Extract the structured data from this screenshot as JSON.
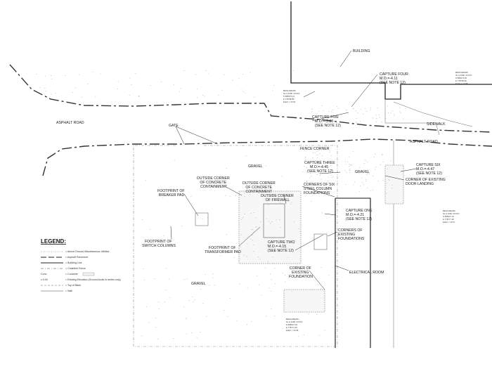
{
  "labels": {
    "building": "BUILDING",
    "asphalt_road_left": "ASPHALT ROAD",
    "asphalt_road_right": "ASPHALT ROAD",
    "sidewalk": "SIDEWALK",
    "gate": "GATE",
    "fence_corner": "FENCE CORNER",
    "gravel_top": "GRAVEL",
    "gravel_right": "GRAVEL",
    "gravel_bottom": "GRAVEL",
    "electrical_room": "ELECTRICAL ROOM",
    "outside_corner_concrete": [
      "OUTSIDE CORNER",
      "OF CONCRETE",
      "CONTAINMENT"
    ],
    "outside_corner_firewall": [
      "OUTSIDE CORNER",
      "OF CONCRETE",
      "CONTAINMENT",
      "OUTSIDE CORNER",
      "OF FIREWALL"
    ],
    "footprint_breaker": [
      "FOOTPRINT OF",
      "BREAKER PAD"
    ],
    "footprint_switch": [
      "FOOTPRINT OF",
      "SWITCH COLUMNS"
    ],
    "footprint_transformer": [
      "FOOTPRINT OF",
      "TRANSFORMER PAD"
    ],
    "corners_steel": [
      "CORNERS OF SIX",
      "STEEL COLUMN",
      "FOUNDATIONS"
    ],
    "corners_existing": [
      "CORNERS OF",
      "EXISTING",
      "FOUNDATIONS"
    ],
    "corner_existing_foundation": [
      "CORNER OF",
      "EXISTING",
      "FOUNDATION"
    ],
    "corner_existing_door": [
      "CORNER OF EXISTING",
      "DOOR LANDING"
    ]
  },
  "captures": {
    "four": [
      "CAPTURE FOUR",
      "M.O.=-4.11",
      "(SEE NOTE 12)"
    ],
    "five": [
      "CAPTURE FIVE",
      "M.O.=-3.83",
      "(SEE NOTE 12)"
    ],
    "three": [
      "CAPTURE THREE",
      "M.O.=-4.45",
      "(SEE NOTE 12)"
    ],
    "six": [
      "CAPTURE SIX",
      "M.O.=-4.47",
      "(SEE NOTE 12)"
    ],
    "one": [
      "CAPTURE ONE",
      "M.O.=-4.21",
      "(SEE NOTE 12)"
    ],
    "two": [
      "CAPTURE TWO",
      "M.O.=-4.15",
      "(SEE NOTE 12)"
    ]
  },
  "benchmarks": {
    "bm1": [
      "BENCHMARK",
      "NL & DISK XXXXX",
      "N 888370.44",
      "E 778788.82",
      "ELEV = 23.92"
    ],
    "bm2": [
      "BENCHMARK",
      "NL & DISK XXXXX",
      "N 888274.65",
      "E 778784.82",
      "ELEV = 23.88"
    ],
    "bm3": [
      "BENCHMARK",
      "NL & DISK XXXXX",
      "N 888227.22",
      "E 778777.28",
      "ELEV = 23.67"
    ],
    "bm4": [
      "BENCHMARK",
      "NL & DISK XXXXX",
      "N 888227.26",
      "E 778771.35",
      "ELEV = 23.68"
    ]
  },
  "legend": {
    "title": "LEGEND:",
    "items": [
      {
        "label": "= Above Ground Miscellaneous Utilities"
      },
      {
        "label": "= Asphalt Pavement"
      },
      {
        "label": "= Building Line"
      },
      {
        "label": "= Chainlink Fence"
      },
      {
        "sym": "Conc",
        "label": "= Concrete"
      },
      {
        "sym": "x 0.00",
        "label": "= Existing Elevation (Ground shots to tenths only)"
      },
      {
        "label": "= Top of Bank"
      },
      {
        "label": "= Wall"
      }
    ]
  },
  "colors": {
    "ink": "#222222",
    "paper": "#ffffff",
    "concrete_fill": "#f7f7f7"
  }
}
